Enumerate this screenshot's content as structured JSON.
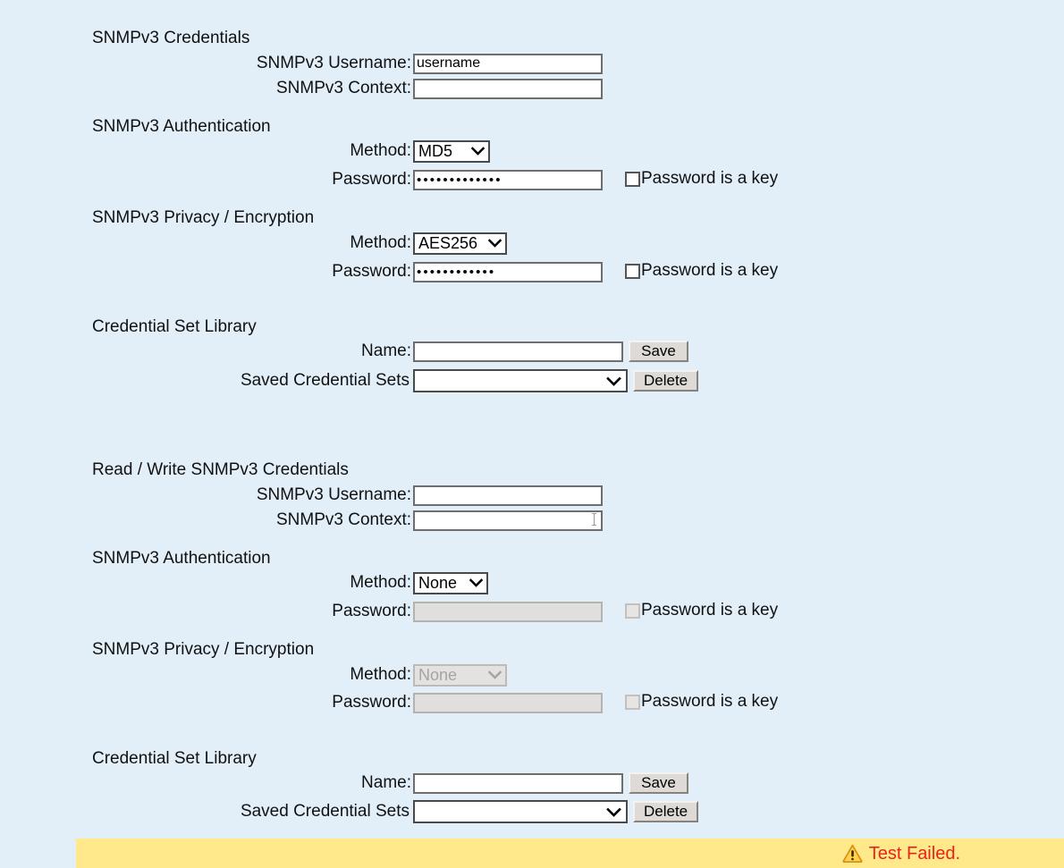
{
  "background_color": "#e2eff8",
  "read_section": {
    "heading": "SNMPv3 Credentials",
    "username_label": "SNMPv3 Username:",
    "username_value": "username",
    "context_label": "SNMPv3 Context:",
    "context_value": "",
    "auth": {
      "heading": "SNMPv3 Authentication",
      "method_label": "Method:",
      "method_value": "MD5",
      "password_label": "Password:",
      "password_value": "•••••••••••••",
      "key_checkbox_label": "Password is a key",
      "key_checkbox_checked": false
    },
    "privacy": {
      "heading": "SNMPv3 Privacy / Encryption",
      "method_label": "Method:",
      "method_value": "AES256",
      "password_label": "Password:",
      "password_value": "••••••••••••",
      "key_checkbox_label": "Password is a key",
      "key_checkbox_checked": false
    },
    "library": {
      "heading": "Credential Set Library",
      "name_label": "Name:",
      "name_value": "",
      "save_button": "Save",
      "sets_label": "Saved Credential Sets",
      "sets_value": "",
      "delete_button": "Delete"
    }
  },
  "write_section": {
    "heading": "Read / Write SNMPv3 Credentials",
    "username_label": "SNMPv3 Username:",
    "username_value": "",
    "context_label": "SNMPv3 Context:",
    "context_value": "",
    "auth": {
      "heading": "SNMPv3 Authentication",
      "method_label": "Method:",
      "method_value": "None",
      "password_label": "Password:",
      "password_value": "",
      "password_disabled": true,
      "key_checkbox_label": "Password is a key",
      "key_checkbox_checked": false,
      "key_checkbox_disabled": true
    },
    "privacy": {
      "heading": "SNMPv3 Privacy / Encryption",
      "method_label": "Method:",
      "method_value": "None",
      "method_disabled": true,
      "password_label": "Password:",
      "password_value": "",
      "password_disabled": true,
      "key_checkbox_label": "Password is a key",
      "key_checkbox_checked": false,
      "key_checkbox_disabled": true
    },
    "library": {
      "heading": "Credential Set Library",
      "name_label": "Name:",
      "name_value": "",
      "save_button": "Save",
      "sets_label": "Saved Credential Sets",
      "sets_value": "",
      "delete_button": "Delete"
    }
  },
  "status": {
    "icon": "warning-triangle-icon",
    "message": "Test Failed.",
    "bar_color": "#ffe98a",
    "text_color": "#e8231a"
  }
}
